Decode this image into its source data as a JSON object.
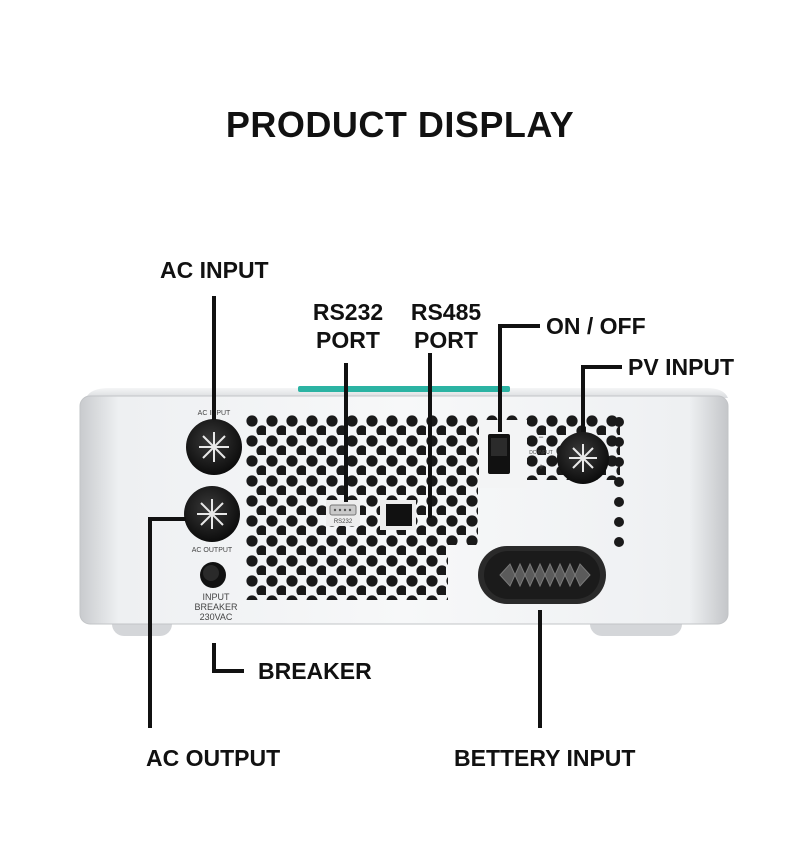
{
  "title": "PRODUCT DISPLAY",
  "callouts": {
    "ac_input": "AC INPUT",
    "rs232_line1": "RS232",
    "rs232_line2": "PORT",
    "rs485_line1": "RS485",
    "rs485_line2": "PORT",
    "on_off": "ON / OFF",
    "pv_input": "PV INPUT",
    "breaker": "BREAKER",
    "ac_output": "AC OUTPUT",
    "battery_input": "BETTERY INPUT"
  },
  "panel_labels": {
    "ac_input": "AC INPUT",
    "ac_output": "AC OUTPUT",
    "rs232": "RS232",
    "input_breaker_1": "INPUT",
    "input_breaker_2": "BREAKER",
    "voltage": "230VAC",
    "dc_input": "DC INPUT",
    "minus": "−",
    "plus": "+"
  },
  "colors": {
    "accent": "#2bb3a3",
    "line": "#111111",
    "vent": "#1a1a1a"
  },
  "icons": [
    "terminal-star-icon",
    "db9-connector-icon",
    "rj45-port-icon",
    "rocker-switch-icon",
    "battery-terminal-icon"
  ]
}
